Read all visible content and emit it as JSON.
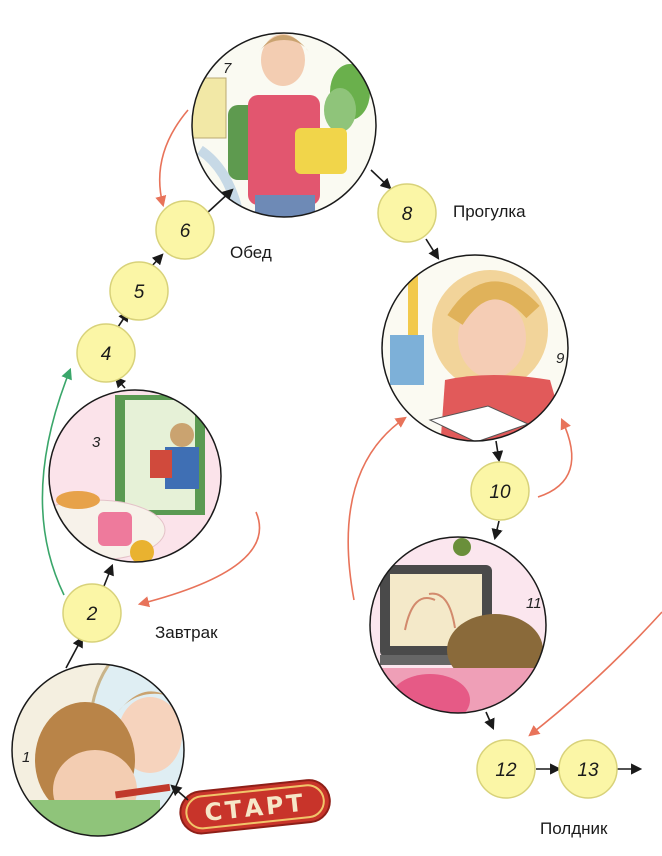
{
  "start_label": "СТАРТ",
  "labels": {
    "breakfast": "Завтрак",
    "lunch": "Обед",
    "walk": "Прогулка",
    "snack": "Полдник"
  },
  "steps": [
    "2",
    "4",
    "5",
    "6",
    "8",
    "10",
    "12",
    "13"
  ],
  "pictures": [
    "1",
    "3",
    "7",
    "9",
    "11"
  ],
  "colors": {
    "node": "#fbf6a6",
    "node_stroke": "#d8d27a",
    "arrow_black": "#1a1a1a",
    "arrow_red": "#e8735a",
    "arrow_green": "#3aa66a",
    "start_fill": "#c8342a"
  }
}
